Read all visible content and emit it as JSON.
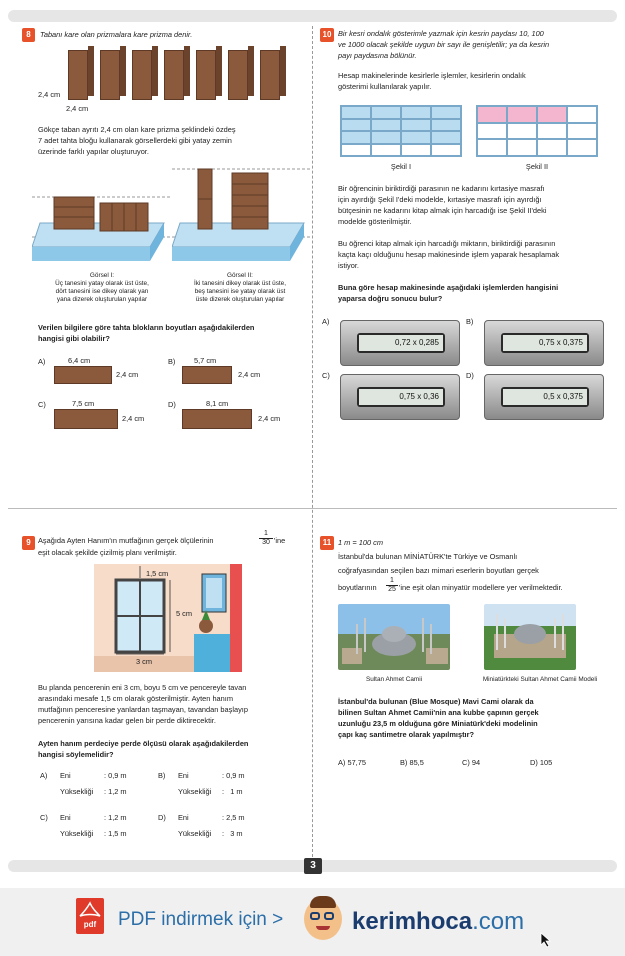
{
  "page": {
    "number": "3"
  },
  "q8": {
    "num": "8",
    "title": "Tabanı kare olan prizmalara kare prizma denir.",
    "dim_h": "2,4 cm",
    "dim_w": "2,4 cm",
    "body": [
      "Gökçe taban ayrıtı 2,4 cm olan kare prizma şeklindeki özdeş",
      "7 adet tahta bloğu kullanarak görsellerdeki gibi yatay zemin",
      "üzerinde farklı yapılar oluşturuyor."
    ],
    "g1_title": "Görsel I:",
    "g1_desc": [
      "Üç tanesini yatay olarak üst üste,",
      "dört tanesini ise dikey olarak yan",
      "yana dizerek oluşturulan yapılar"
    ],
    "g2_title": "Görsel II:",
    "g2_desc": [
      "İki tanesini dikey olarak üst üste,",
      "beş tanesini ise yatay olarak üst",
      "üste dizerek oluşturulan yapılar"
    ],
    "question": [
      "Verilen bilgilere göre tahta blokların boyutları aşağıdakilerden",
      "hangisi gibi olabilir?"
    ],
    "options": [
      {
        "letter": "A)",
        "w": "6,4 cm",
        "h": "2,4 cm"
      },
      {
        "letter": "B)",
        "w": "5,7 cm",
        "h": "2,4 cm"
      },
      {
        "letter": "C)",
        "w": "7,5 cm",
        "h": "2,4 cm"
      },
      {
        "letter": "D)",
        "w": "8,1 cm",
        "h": "2,4 cm"
      }
    ]
  },
  "q10": {
    "num": "10",
    "intro": [
      "Bir kesri ondalık gösterimle yazmak için kesrin paydası 10, 100",
      "ve 1000 olacak şekilde uygun bir sayı ile genişletilir; ya da kesrin",
      "payı paydasına bölünür."
    ],
    "p1": [
      "Hesap makinelerinde kesirlerle işlemler, kesirlerin ondalık",
      "gösterimi kullanılarak yapılır."
    ],
    "s1": "Şekil I",
    "s2": "Şekil II",
    "p2": [
      "Bir öğrencinin biriktirdiği parasının ne kadarını kırtasiye masrafı",
      "için ayırdığı Şekil I'deki modelde, kırtasiye masrafı için ayırdığı",
      "bütçesinin ne kadarını kitap almak için harcadığı ise Şekil II'deki",
      "modelde gösterilmiştir."
    ],
    "p3": [
      "Bu öğrenci kitap almak için harcadığı miktarın, biriktirdiği parasının",
      "kaçta kaçı olduğunu hesap makinesinde işlem yaparak hesaplamak",
      "istiyor."
    ],
    "question": [
      "Buna göre hesap makinesinde aşağıdaki işlemlerden hangisini",
      "yaparsa doğru sonucu bulur?"
    ],
    "options": [
      {
        "letter": "A)",
        "value": "0,72 x 0,285"
      },
      {
        "letter": "B)",
        "value": "0,75 x 0,375"
      },
      {
        "letter": "C)",
        "value": "0,75 x 0,36"
      },
      {
        "letter": "D)",
        "value": "0,5 x 0,375"
      }
    ]
  },
  "q9": {
    "num": "9",
    "intro_a": "Aşağıda Ayten Hanım'ın mutfağının gerçek ölçülerinin",
    "frac_n": "1",
    "frac_d": "30",
    "intro_b": "'ine",
    "intro_c": "eşit olacak şekilde çizilmiş planı verilmiştir.",
    "lbl_top": "1,5 cm",
    "lbl_right": "5 cm",
    "lbl_bottom": "3 cm",
    "body": [
      "Bu planda pencerenin eni 3 cm, boyu 5 cm ve pencereyle tavan",
      "arasındaki mesafe 1,5 cm olarak gösterilmiştir. Ayten hanım",
      "mutfağının penceresine yanlardan taşmayan, tavandan başlayıp",
      "pencerenin yarısına kadar gelen bir perde diktirecektir."
    ],
    "question": [
      "Ayten hanım perdeciye perde ölçüsü olarak aşağıdakilerden",
      "hangisi söylemelidir?"
    ],
    "options": [
      {
        "letter": "A)",
        "en_l": "Eni",
        "en": ": 0,9 m",
        "y_l": "Yüksekliği",
        "y": ": 1,2 m"
      },
      {
        "letter": "B)",
        "en_l": "Eni",
        "en": ": 0,9 m",
        "y_l": "Yüksekliği",
        "y": ":   1 m"
      },
      {
        "letter": "C)",
        "en_l": "Eni",
        "en": ": 1,2 m",
        "y_l": "Yüksekliği",
        "y": ": 1,5 m"
      },
      {
        "letter": "D)",
        "en_l": "Eni",
        "en": ": 2,5 m",
        "y_l": "Yüksekliği",
        "y": ":   3 m"
      }
    ]
  },
  "q11": {
    "num": "11",
    "scale": "1 m = 100 cm",
    "l1": "İstanbul'da bulunan MİNİATÜRK'te Türkiye ve Osmanlı",
    "l2": "coğrafyasından seçilen bazı mimari eserlerin boyutları gerçek",
    "l3a": "boyutlarının",
    "frac_n": "1",
    "frac_d": "25",
    "l3b": "'ine eşit olan minyatür modellere yer verilmektedir.",
    "cap1": "Sultan Ahmet Camii",
    "cap2": "Miniatürkteki Sultan Ahmet Camii Modeli",
    "question": [
      "İstanbul'da bulunan (Blue Mosque) Mavi Cami olarak da",
      "bilinen Sultan Ahmet Camii'nin ana kubbe çapının gerçek",
      "uzunluğu 23,5 m olduğuna göre Miniatürk'deki modelinin",
      "çapı kaç santimetre olarak yapılmıştır?"
    ],
    "options": [
      {
        "letter": "A)",
        "value": "57,75"
      },
      {
        "letter": "B)",
        "value": "85,5"
      },
      {
        "letter": "C)",
        "value": "94"
      },
      {
        "letter": "D)",
        "value": "105"
      }
    ]
  },
  "footer": {
    "pdf_label": "pdf",
    "text": "PDF indirmek için >",
    "logo_a": "kerimhoca",
    "logo_b": ".com"
  },
  "colors": {
    "accent": "#e8522a",
    "brick": "#8b5a3c",
    "blue": "#b9dcf0",
    "pink": "#f4b6cf"
  }
}
